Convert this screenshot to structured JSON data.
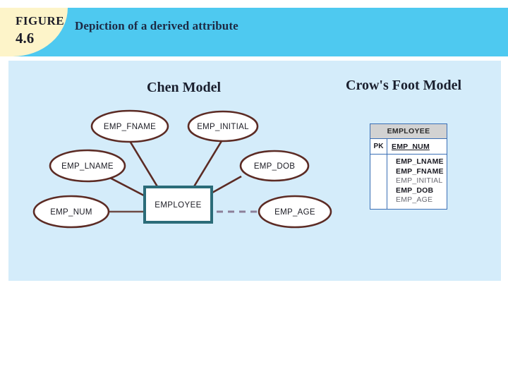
{
  "figure": {
    "label": "FIGURE",
    "number": "4.6",
    "caption": "Depiction of a derived attribute",
    "tab_color": "#fdf4c9",
    "banner_color": "#4ec9f0",
    "panel_color": "#d4ecfa"
  },
  "models": {
    "chen": {
      "title": "Chen Model",
      "entity": "EMPLOYEE",
      "entity_border_color": "#2b6c79",
      "attribute_border_color": "#5c2b24",
      "connector_color": "#5c2b24",
      "derived_connector_color": "#8c8099",
      "attributes": [
        {
          "name": "EMP_FNAME",
          "derived": false
        },
        {
          "name": "EMP_INITIAL",
          "derived": false
        },
        {
          "name": "EMP_LNAME",
          "derived": false
        },
        {
          "name": "EMP_DOB",
          "derived": false
        },
        {
          "name": "EMP_NUM",
          "derived": false
        },
        {
          "name": "EMP_AGE",
          "derived": true
        }
      ]
    },
    "crowsfoot": {
      "title": "Crow's Foot Model",
      "table_name": "EMPLOYEE",
      "header_bg": "#d2d2d2",
      "border_color": "#3a6fb5",
      "key_label": "PK",
      "key_attribute": "EMP_NUM",
      "attributes": [
        {
          "name": "EMP_LNAME",
          "required": true
        },
        {
          "name": "EMP_FNAME",
          "required": true
        },
        {
          "name": "EMP_INITIAL",
          "required": false
        },
        {
          "name": "EMP_DOB",
          "required": true
        },
        {
          "name": "EMP_AGE",
          "required": false
        }
      ]
    }
  }
}
